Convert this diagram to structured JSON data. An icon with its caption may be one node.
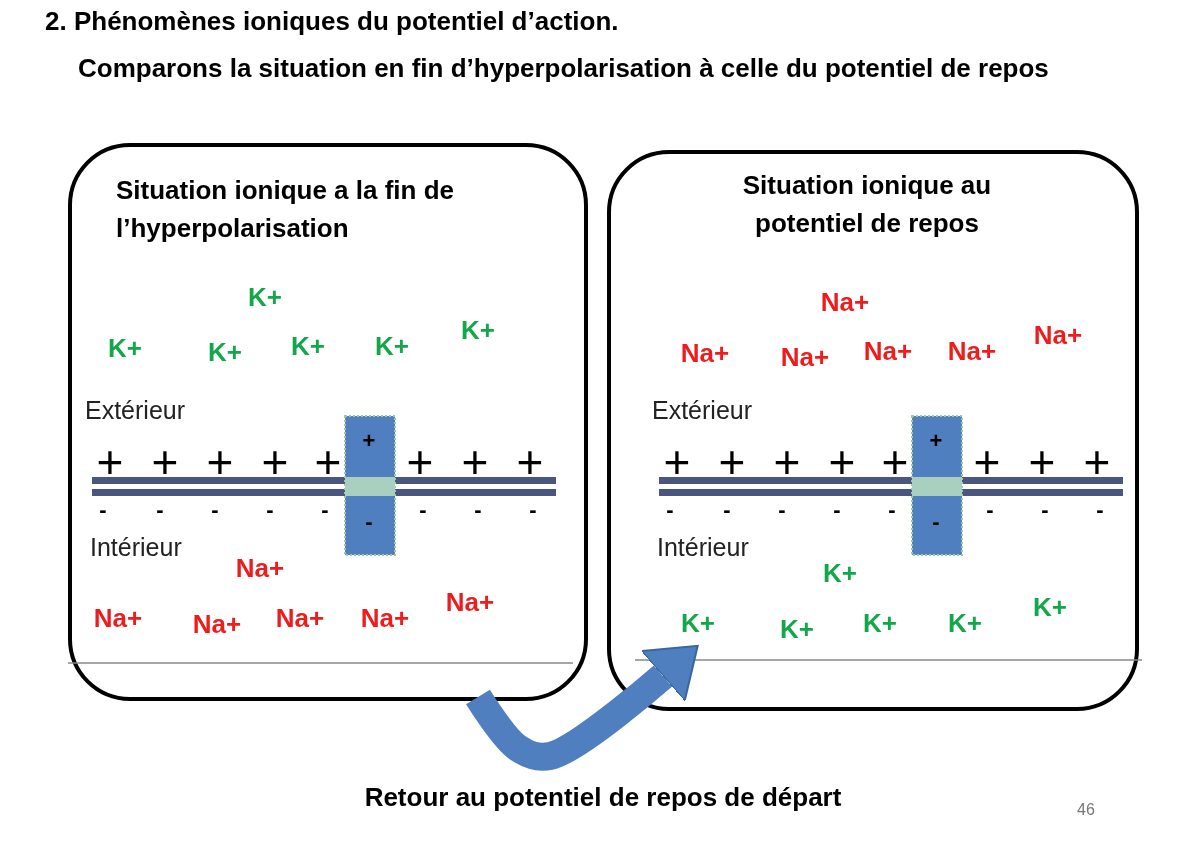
{
  "diagram": {
    "title": "2. Phénomènes ioniques du potentiel d’action.",
    "nodes": [
      {
        "text": [
          "Situation ionique a la fin de l’hyperpolarisation"
        ]
      },
      {
        "text": [
          "Situation ionique au potentiel de repos"
        ]
      }
    ],
    "edges": [
      {
        "from": 0,
        "to": 1,
        "arrow": "to",
        "label": "Retour au potentiel de repos de départ"
      }
    ],
    "labels": [
      "Comparons la situation en fin d’hyperpolarisation à celle du potentiel de repos",
      "K+",
      "K+",
      "K+",
      "K+",
      "K+",
      "K+",
      "Extérieur",
      "+",
      "+",
      "+",
      "+",
      "+",
      "+",
      "+",
      "+",
      "+",
      "-",
      "-",
      "-",
      "-",
      "-",
      "-",
      "-",
      "-",
      "-",
      "Intérieur",
      "Na+",
      "Na+",
      "Na+",
      "Na+",
      "Na+",
      "Na+",
      "Na+",
      "Na+",
      "Na+",
      "Na+",
      "Na+",
      "Na+",
      "Extérieur",
      "+",
      "+",
      "+",
      "+",
      "+",
      "+",
      "+",
      "+",
      "+",
      "-",
      "-",
      "-",
      "-",
      "-",
      "-",
      "-",
      "-",
      "-",
      "Intérieur",
      "K+",
      "K+",
      "K+",
      "K+",
      "K+",
      "K+",
      "46"
    ]
  }
}
